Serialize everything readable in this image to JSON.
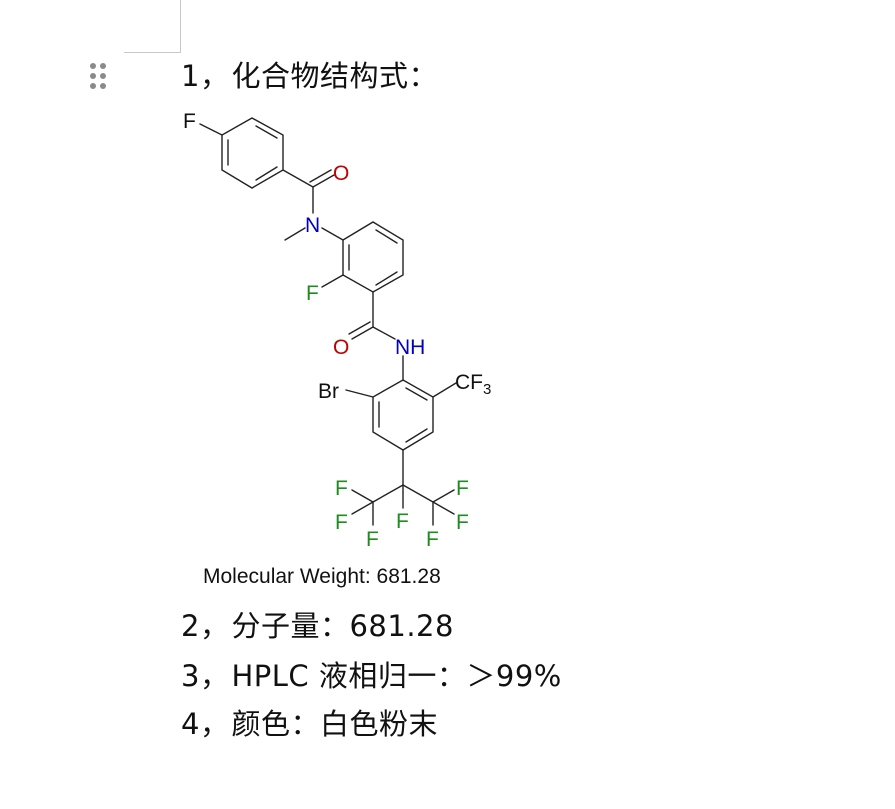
{
  "document": {
    "items": [
      {
        "number": "1，",
        "label": "化合物结构式：",
        "value": ""
      },
      {
        "number": "2，",
        "label": "分子量：",
        "value": "681.28"
      },
      {
        "number": "3，",
        "label": "HPLC 液相归一：",
        "value": "＞99%"
      },
      {
        "number": "4，",
        "label": "颜色：",
        "value": "白色粉末"
      }
    ]
  },
  "structure": {
    "caption": "Molecular Weight: 681.28",
    "atom_labels": {
      "f_top": "F",
      "o_top": "O",
      "n_methyl": "N",
      "f_ring": "F",
      "o_amide": "O",
      "nh": "NH",
      "br": "Br",
      "cf3": "CF",
      "cf3_sub": "3",
      "f1": "F",
      "f2": "F",
      "f3": "F",
      "f4": "F",
      "f5": "F",
      "f6": "F",
      "f7": "F"
    },
    "colors": {
      "bond": "#222222",
      "oxygen": "#c00000",
      "nitrogen": "#0000c0",
      "fluorine": "#1e8c1e",
      "carbon_label": "#111111"
    }
  },
  "ui": {
    "drag_handle_icon": "drag-handle-icon"
  }
}
